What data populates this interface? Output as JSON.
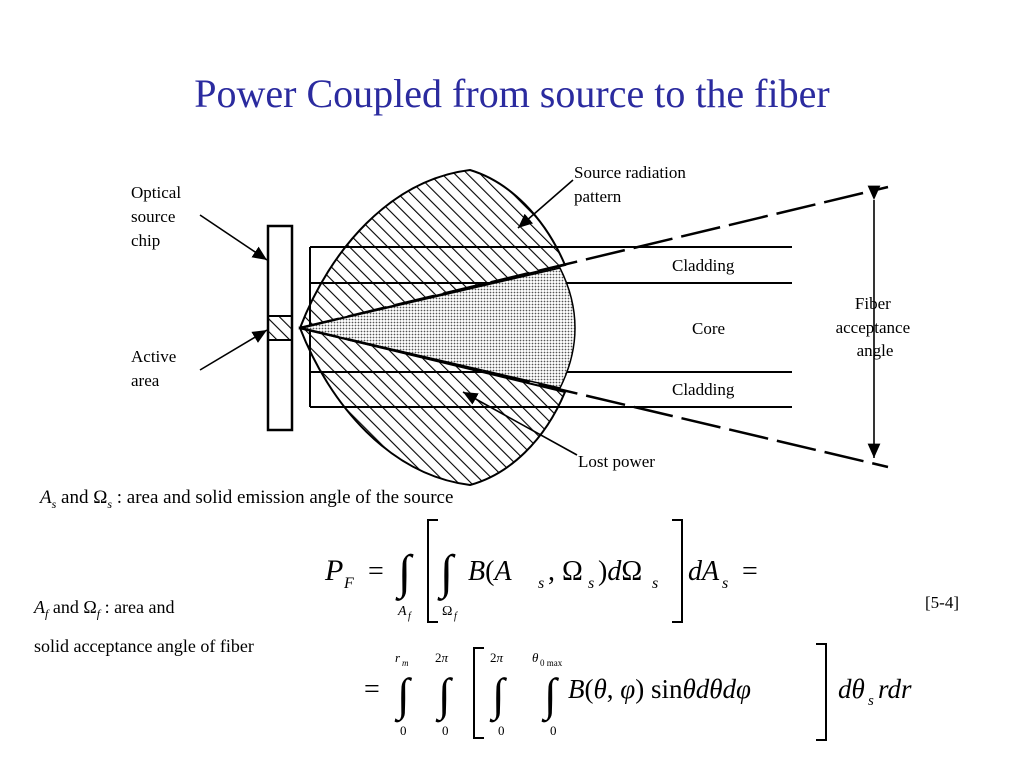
{
  "slide": {
    "title": "Power Coupled from source to the fiber"
  },
  "diagram": {
    "labels": {
      "optical_source_chip": [
        "Optical",
        "source",
        "chip"
      ],
      "active_area": [
        "Active",
        "area"
      ],
      "source_radiation_pattern": [
        "Source radiation",
        "pattern"
      ],
      "cladding_top": "Cladding",
      "core": "Core",
      "cladding_bottom": "Cladding",
      "fiber_acceptance_angle": [
        "Fiber",
        "acceptance",
        "angle"
      ],
      "lost_power": "Lost power"
    }
  },
  "notes": {
    "source_def": {
      "symbols": "A_s and Ω_s",
      "text": ": area and solid emission angle of the source"
    },
    "fiber_def": {
      "symbols": "A_f and Ω_f",
      "text_line1": ": area and",
      "text_line2": "solid acceptance angle of fiber"
    },
    "reference": "[5-4]"
  },
  "equations": {
    "eq1": "P_F = ∫_{A_f} [ ∫_{Ω_f} B(A_s, Ω_s) dΩ_s ] dA_s =",
    "eq2": "= ∫_0^{r_m} ∫_0^{2π} [ ∫_0^{2π} ∫_0^{θ_0max} B(θ,φ) sinθ dθ dφ ] dθ_s r dr"
  }
}
